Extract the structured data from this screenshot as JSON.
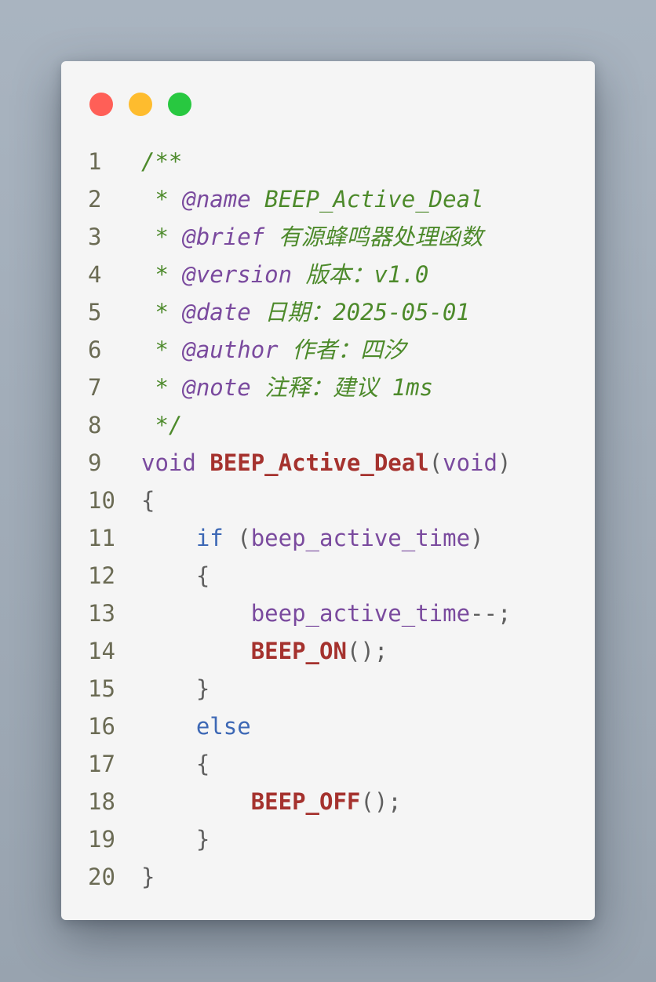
{
  "window": {
    "controls": [
      {
        "name": "close",
        "color": "#ff5f57"
      },
      {
        "name": "minimize",
        "color": "#febc2e"
      },
      {
        "name": "zoom",
        "color": "#28c840"
      }
    ]
  },
  "colors": {
    "comment": "#4d8a2b",
    "doc_tag": "#7a4a9e",
    "function": "#a5322e",
    "keyword": "#7a4a9e",
    "keyword_control": "#3d68b5",
    "punctuation": "#5f5f5f",
    "line_number": "#6b6b54"
  },
  "lines": [
    {
      "num": "1",
      "tokens": [
        {
          "t": "/**",
          "c": "comment"
        }
      ]
    },
    {
      "num": "2",
      "tokens": [
        {
          "t": " * ",
          "c": "comment"
        },
        {
          "t": "@name",
          "c": "tag"
        },
        {
          "t": " BEEP_Active_Deal",
          "c": "comment"
        }
      ]
    },
    {
      "num": "3",
      "tokens": [
        {
          "t": " * ",
          "c": "comment"
        },
        {
          "t": "@brief",
          "c": "tag"
        },
        {
          "t": " 有源蜂鸣器处理函数",
          "c": "comment"
        }
      ]
    },
    {
      "num": "4",
      "tokens": [
        {
          "t": " * ",
          "c": "comment"
        },
        {
          "t": "@version",
          "c": "tag"
        },
        {
          "t": " 版本：v1.0",
          "c": "comment"
        }
      ]
    },
    {
      "num": "5",
      "tokens": [
        {
          "t": " * ",
          "c": "comment"
        },
        {
          "t": "@date",
          "c": "tag"
        },
        {
          "t": " 日期：2025-05-01",
          "c": "comment"
        }
      ]
    },
    {
      "num": "6",
      "tokens": [
        {
          "t": " * ",
          "c": "comment"
        },
        {
          "t": "@author",
          "c": "tag"
        },
        {
          "t": " 作者：四汐",
          "c": "comment"
        }
      ]
    },
    {
      "num": "7",
      "tokens": [
        {
          "t": " * ",
          "c": "comment"
        },
        {
          "t": "@note",
          "c": "tag"
        },
        {
          "t": " 注释：建议 1ms",
          "c": "comment"
        }
      ]
    },
    {
      "num": "8",
      "tokens": [
        {
          "t": " */",
          "c": "comment"
        }
      ]
    },
    {
      "num": "9",
      "tokens": [
        {
          "t": "void",
          "c": "kw"
        },
        {
          "t": " ",
          "c": "punc"
        },
        {
          "t": "BEEP_Active_Deal",
          "c": "fn"
        },
        {
          "t": "(",
          "c": "punc"
        },
        {
          "t": "void",
          "c": "kw"
        },
        {
          "t": ")",
          "c": "punc"
        }
      ]
    },
    {
      "num": "10",
      "tokens": [
        {
          "t": "{",
          "c": "punc"
        }
      ]
    },
    {
      "num": "11",
      "tokens": [
        {
          "t": "    ",
          "c": "punc"
        },
        {
          "t": "if",
          "c": "kw2"
        },
        {
          "t": " (",
          "c": "punc"
        },
        {
          "t": "beep_active_time",
          "c": "var"
        },
        {
          "t": ")",
          "c": "punc"
        }
      ]
    },
    {
      "num": "12",
      "tokens": [
        {
          "t": "    {",
          "c": "punc"
        }
      ]
    },
    {
      "num": "13",
      "tokens": [
        {
          "t": "        ",
          "c": "punc"
        },
        {
          "t": "beep_active_time",
          "c": "var"
        },
        {
          "t": "--;",
          "c": "punc"
        }
      ]
    },
    {
      "num": "14",
      "tokens": [
        {
          "t": "        ",
          "c": "punc"
        },
        {
          "t": "BEEP_ON",
          "c": "fn"
        },
        {
          "t": "();",
          "c": "punc"
        }
      ]
    },
    {
      "num": "15",
      "tokens": [
        {
          "t": "    }",
          "c": "punc"
        }
      ]
    },
    {
      "num": "16",
      "tokens": [
        {
          "t": "    ",
          "c": "punc"
        },
        {
          "t": "else",
          "c": "kw2"
        }
      ]
    },
    {
      "num": "17",
      "tokens": [
        {
          "t": "    {",
          "c": "punc"
        }
      ]
    },
    {
      "num": "18",
      "tokens": [
        {
          "t": "        ",
          "c": "punc"
        },
        {
          "t": "BEEP_OFF",
          "c": "fn"
        },
        {
          "t": "();",
          "c": "punc"
        }
      ]
    },
    {
      "num": "19",
      "tokens": [
        {
          "t": "    }",
          "c": "punc"
        }
      ]
    },
    {
      "num": "20",
      "tokens": [
        {
          "t": "}",
          "c": "punc"
        }
      ]
    }
  ]
}
